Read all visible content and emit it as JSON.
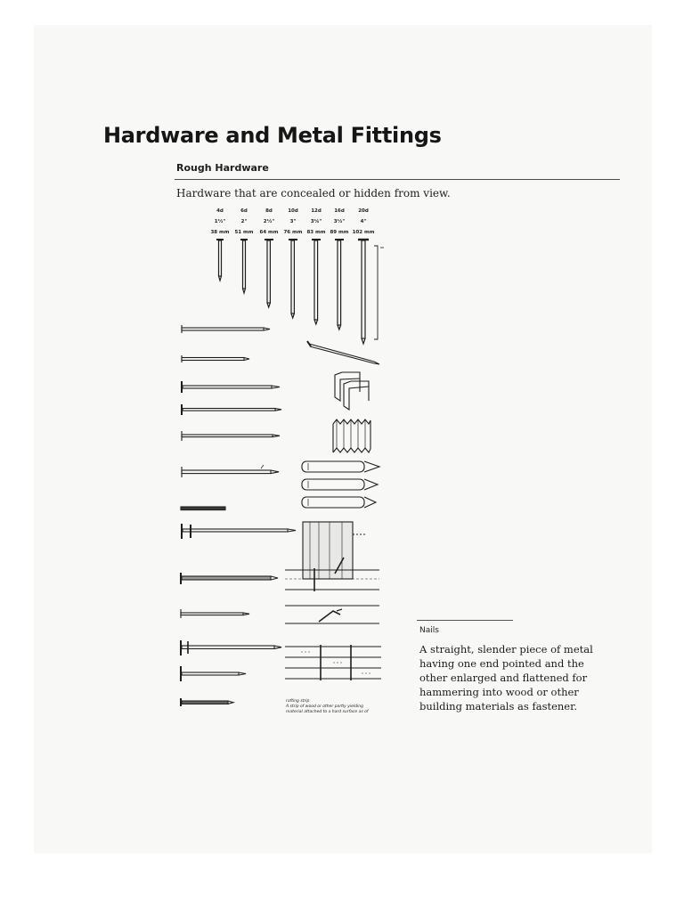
{
  "heading": {
    "title": "Hardware and Metal Fittings",
    "section": "Rough Hardware",
    "intro": "Hardware that are concealed or hidden from view."
  },
  "nail_sizes": [
    {
      "penny": "4d",
      "inch": "1½\"",
      "metric": "38 mm"
    },
    {
      "penny": "6d",
      "inch": "2\"",
      "metric": "51 mm"
    },
    {
      "penny": "8d",
      "inch": "2½\"",
      "metric": "64 mm"
    },
    {
      "penny": "10d",
      "inch": "3\"",
      "metric": "76 mm"
    },
    {
      "penny": "12d",
      "inch": "3¼\"",
      "metric": "83 mm"
    },
    {
      "penny": "16d",
      "inch": "3½\"",
      "metric": "89 mm"
    },
    {
      "penny": "20d",
      "inch": "4\"",
      "metric": "102 mm"
    }
  ],
  "figure_caption": {
    "line1": "rafting strip",
    "line2": "A strip of wood or other partly yielding",
    "line3": "material attached to a hard surface as of"
  },
  "definition": {
    "term": "Nails",
    "text": "A straight, slender piece of metal having one end pointed and the other enlarged and flattened for hammering into wood or other building materials as fastener."
  }
}
